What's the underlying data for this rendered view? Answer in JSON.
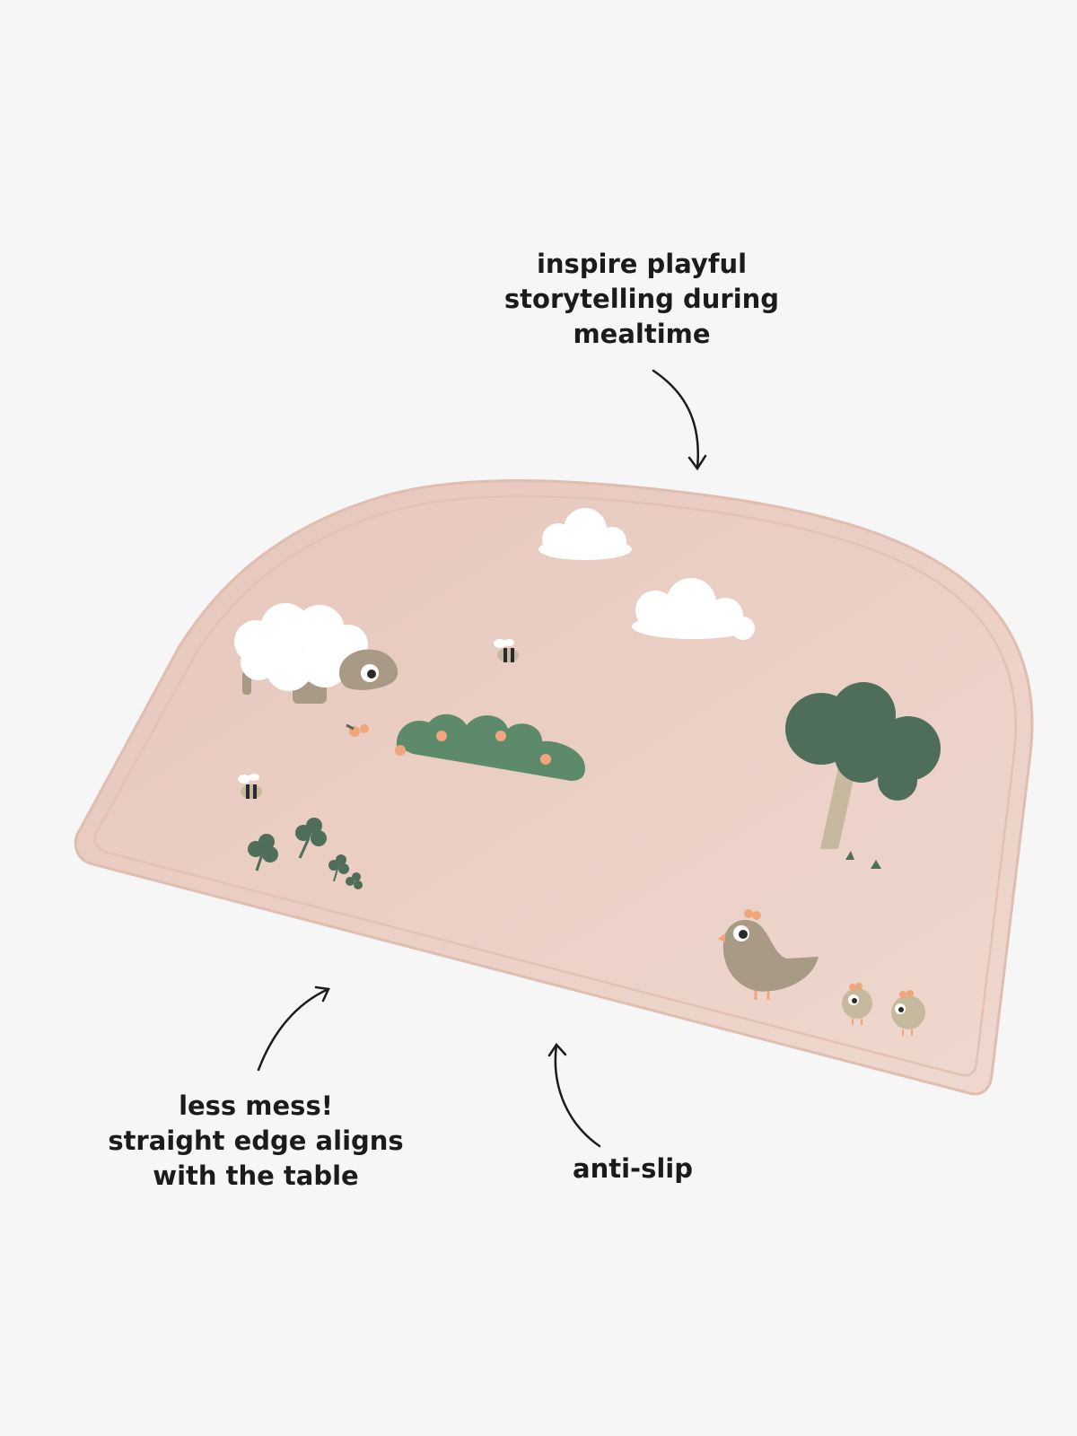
{
  "callouts": {
    "top": [
      "inspire playful",
      "storytelling during",
      "mealtime"
    ],
    "left": [
      "less mess!",
      "straight edge aligns",
      "with the table"
    ],
    "right": [
      "anti-slip"
    ]
  },
  "colors": {
    "background": "#f6f6f6",
    "mat": "#ecd2c9",
    "mat_edge": "#e3c1b6",
    "text": "#1b1b1b",
    "foliage": "#4e6e5a",
    "bush": "#5e8a6c",
    "animal_tan": "#a89a85",
    "cloud": "#ffffff",
    "accent_orange": "#f0a57a"
  },
  "illustrations": [
    "cloud-icon",
    "sheep-icon",
    "bee-icon",
    "bush-icon",
    "clover-icon",
    "tree-icon",
    "hen-icon",
    "chick-icon",
    "arrow-icon"
  ]
}
